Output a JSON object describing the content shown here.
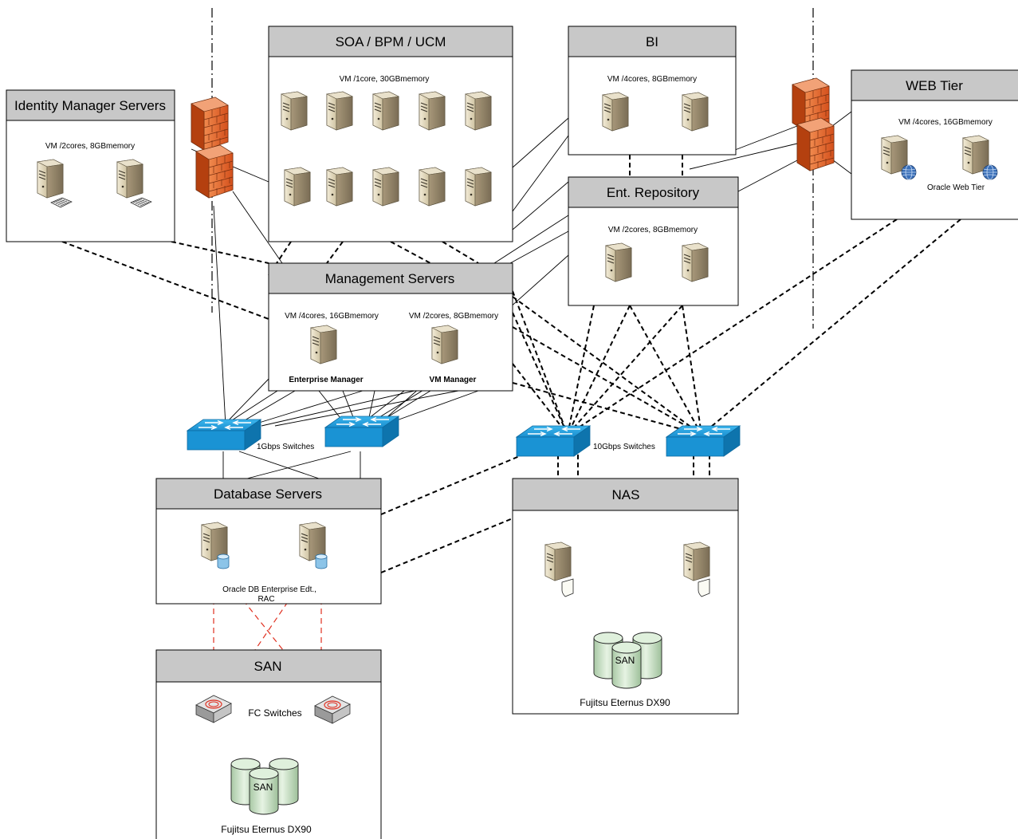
{
  "boxes": {
    "soa": {
      "title": "SOA / BPM / UCM",
      "spec": "VM /1core, 30GBmemory"
    },
    "bi": {
      "title": "BI",
      "spec": "VM /4cores, 8GBmemory"
    },
    "idm": {
      "title": "Identity Manager Servers",
      "spec": "VM /2cores, 8GBmemory"
    },
    "web": {
      "title": "WEB Tier",
      "spec": "VM /4cores, 16GBmemory",
      "caption": "Oracle Web Tier"
    },
    "repo": {
      "title": "Ent. Repository",
      "spec": "VM /2cores, 8GBmemory"
    },
    "mgmt": {
      "title": "Management Servers",
      "left_spec": "VM /4cores, 16GBmemory",
      "right_spec": "VM /2cores, 8GBmemory",
      "left_caption": "Enterprise Manager",
      "right_caption": "VM Manager"
    },
    "db": {
      "title": "Database Servers",
      "caption_line1": "Oracle DB Enterprise Edt.,",
      "caption_line2": "RAC"
    },
    "nas": {
      "title": "NAS",
      "storage_caption": "Fujitsu Eternus DX90",
      "storage_label": "SAN"
    },
    "san": {
      "title": "SAN",
      "fc_caption": "FC Switches",
      "storage_caption": "Fujitsu Eternus DX90",
      "storage_label": "SAN"
    }
  },
  "switches": {
    "gbps_label": "1Gbps Switches",
    "tengbps_label": "10Gbps Switches"
  },
  "colors": {
    "header_fill": "#c8c8c8",
    "switch_blue": "#1a9ad6",
    "firewall_orange": "#e8622a",
    "fc_red": "#e03020",
    "storage_green": "#cfe6cc"
  }
}
